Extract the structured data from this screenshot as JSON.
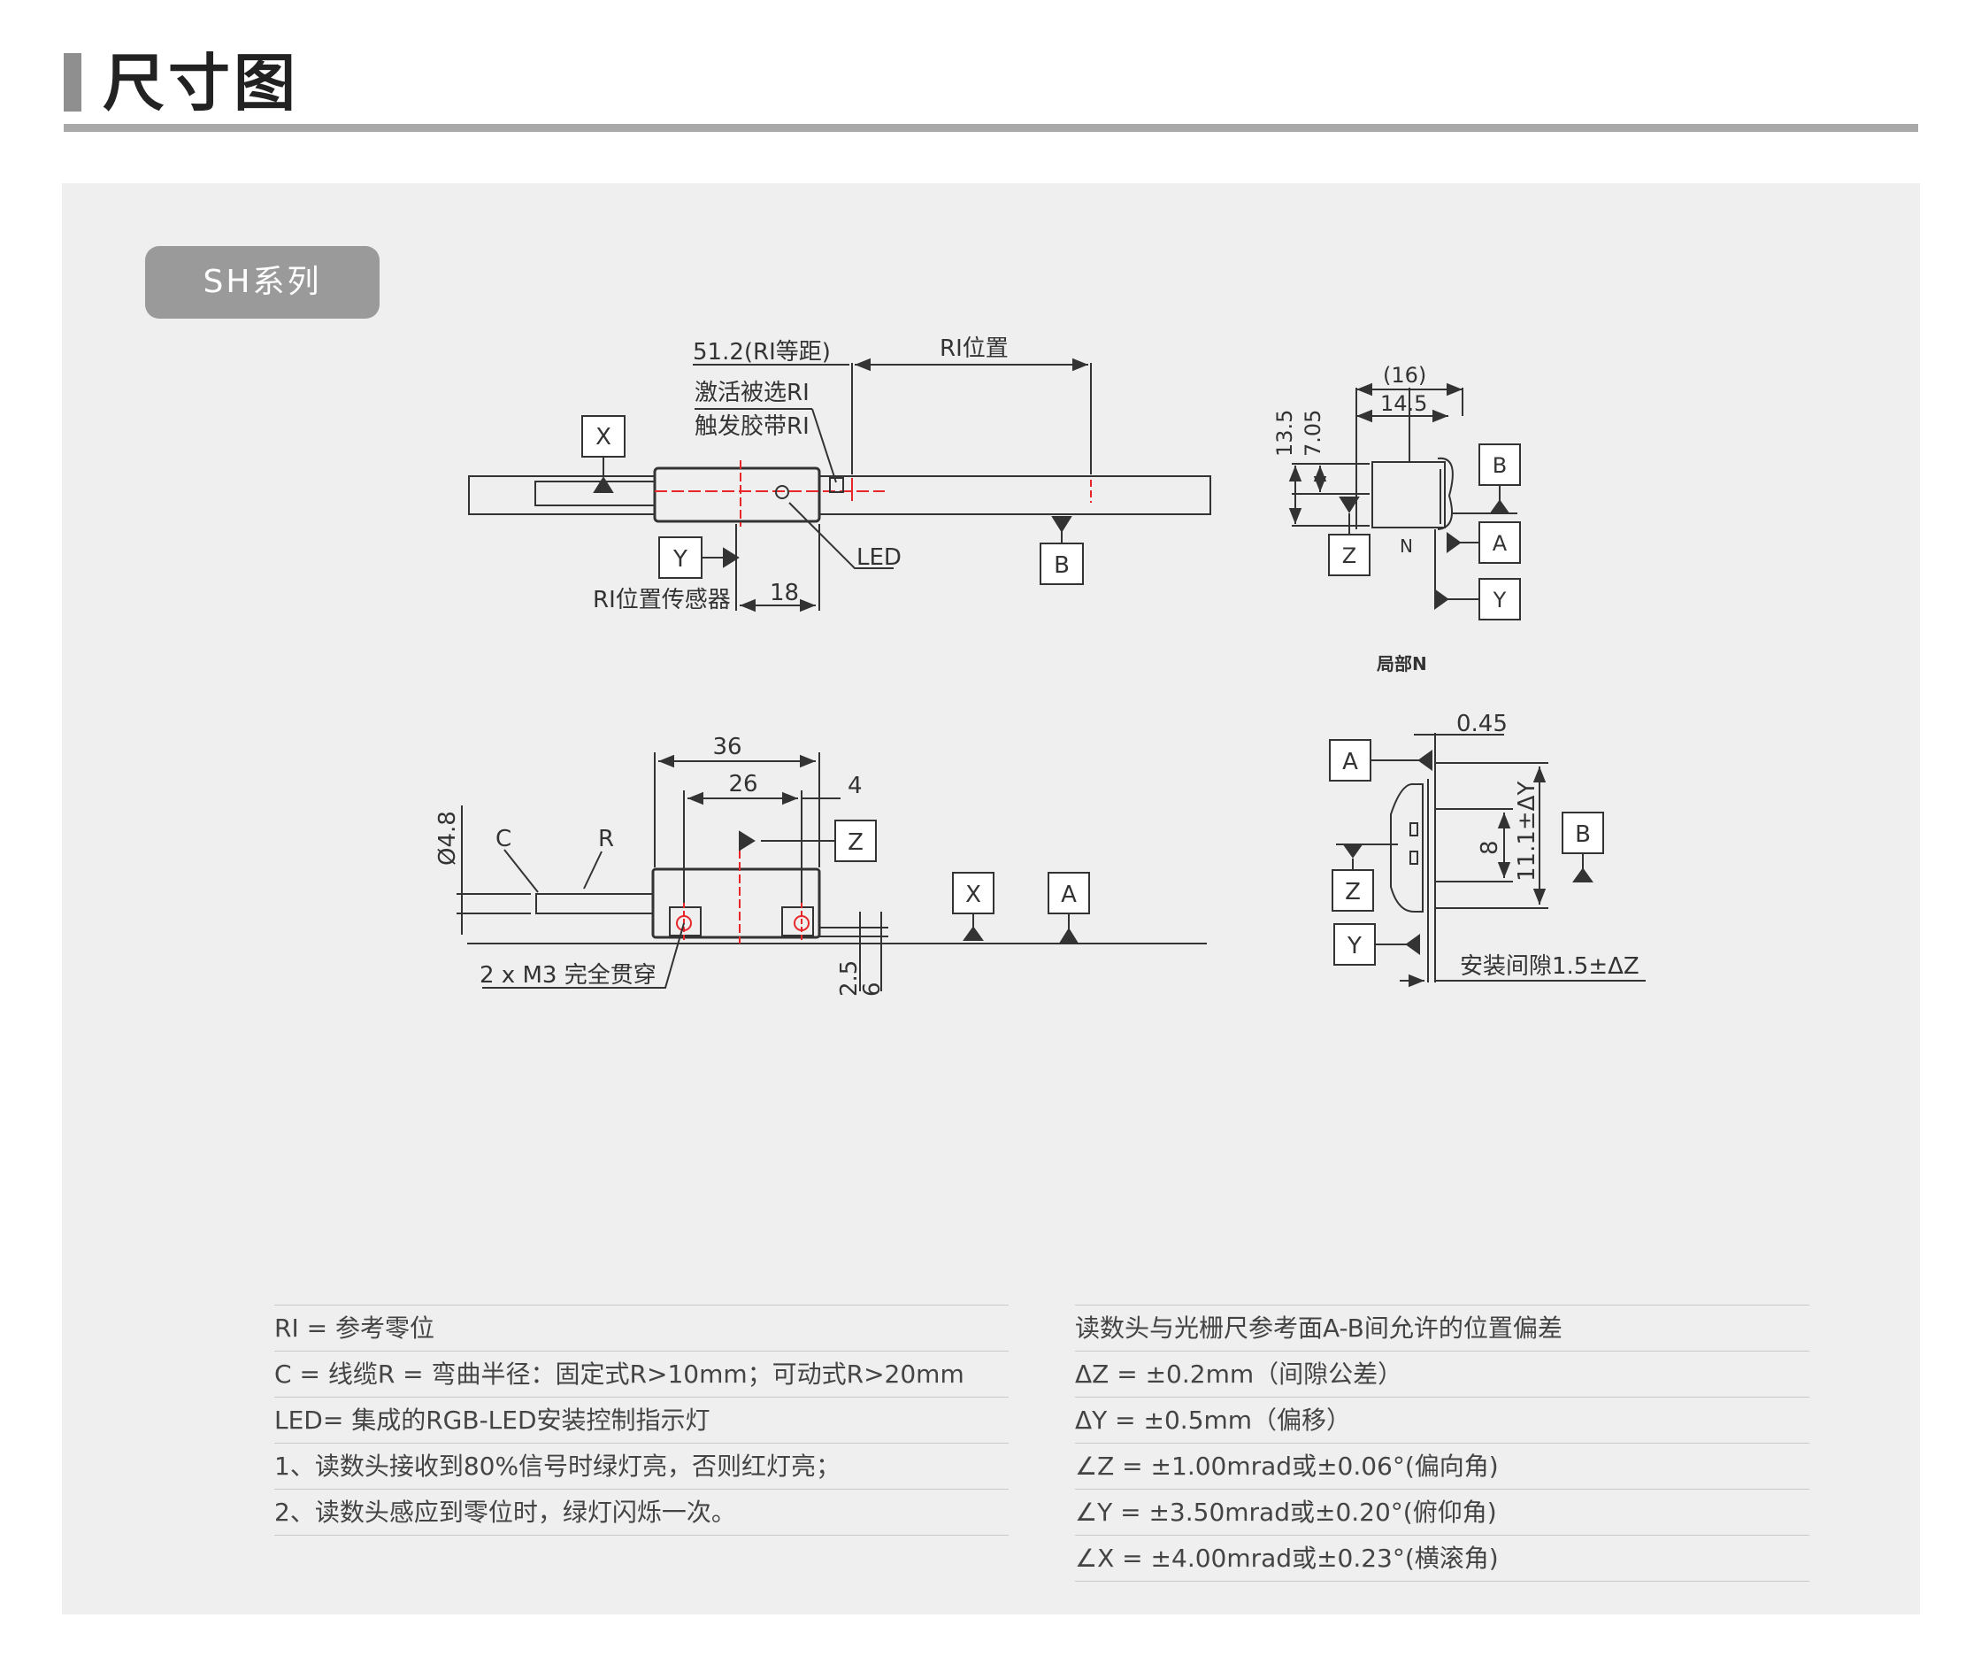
{
  "page": {
    "title": "尺寸图",
    "series_label": "SH系列"
  },
  "top_view": {
    "dim_ri_spacing": "51.2(RI等距)",
    "dim_ri_position": "RI位置",
    "label_activate_1": "激活被选RI",
    "label_activate_2": "触发胶带RI",
    "label_led": "LED",
    "label_ri_sensor": "RI位置传感器",
    "dim_18": "18",
    "datum_x": "X",
    "datum_y": "Y",
    "datum_b": "B"
  },
  "end_view": {
    "dim_16": "(16)",
    "dim_14_5": "14.5",
    "dim_13_5": "13.5",
    "dim_7_05": "7.05",
    "datum_b": "B",
    "datum_a": "A",
    "datum_y": "Y",
    "datum_z": "Z",
    "label_n": "N",
    "caption": "局部N"
  },
  "side_view": {
    "dim_36": "36",
    "dim_26": "26",
    "dim_4": "4",
    "dim_dia": "Ø4.8",
    "label_c": "C",
    "label_r": "R",
    "datum_z": "Z",
    "datum_x": "X",
    "datum_a": "A",
    "label_m3": "2 x M3 完全贯穿",
    "dim_2_5": "2.5",
    "dim_6": "6"
  },
  "install_view": {
    "dim_0_45": "0.45",
    "dim_8": "8",
    "dim_11_1": "11.1±ΔY",
    "datum_a": "A",
    "datum_b": "B",
    "datum_z": "Z",
    "datum_y": "Y",
    "label_gap": "安装间隙1.5±ΔZ"
  },
  "notes_left": [
    "RI = 参考零位",
    "C = 线缆R = 弯曲半径：固定式R>10mm；可动式R>20mm",
    "LED= 集成的RGB-LED安装控制指示灯",
    "1、读数头接收到80%信号时绿灯亮，否则红灯亮；",
    "2、读数头感应到零位时，绿灯闪烁一次。"
  ],
  "notes_right": [
    "读数头与光栅尺参考面A-B间允许的位置偏差",
    "ΔZ = ±0.2mm（间隙公差）",
    "ΔY = ±0.5mm（偏移）",
    "∠Z = ±1.00mrad或±0.06°(偏向角)",
    "∠Y = ±3.50mrad或±0.20°(俯仰角)",
    "∠X = ±4.00mrad或±0.23°(横滚角)"
  ],
  "colors": {
    "panel": "#efefef",
    "line": "#333333",
    "center_line": "#e8262a",
    "badge": "#9a9a9a"
  }
}
